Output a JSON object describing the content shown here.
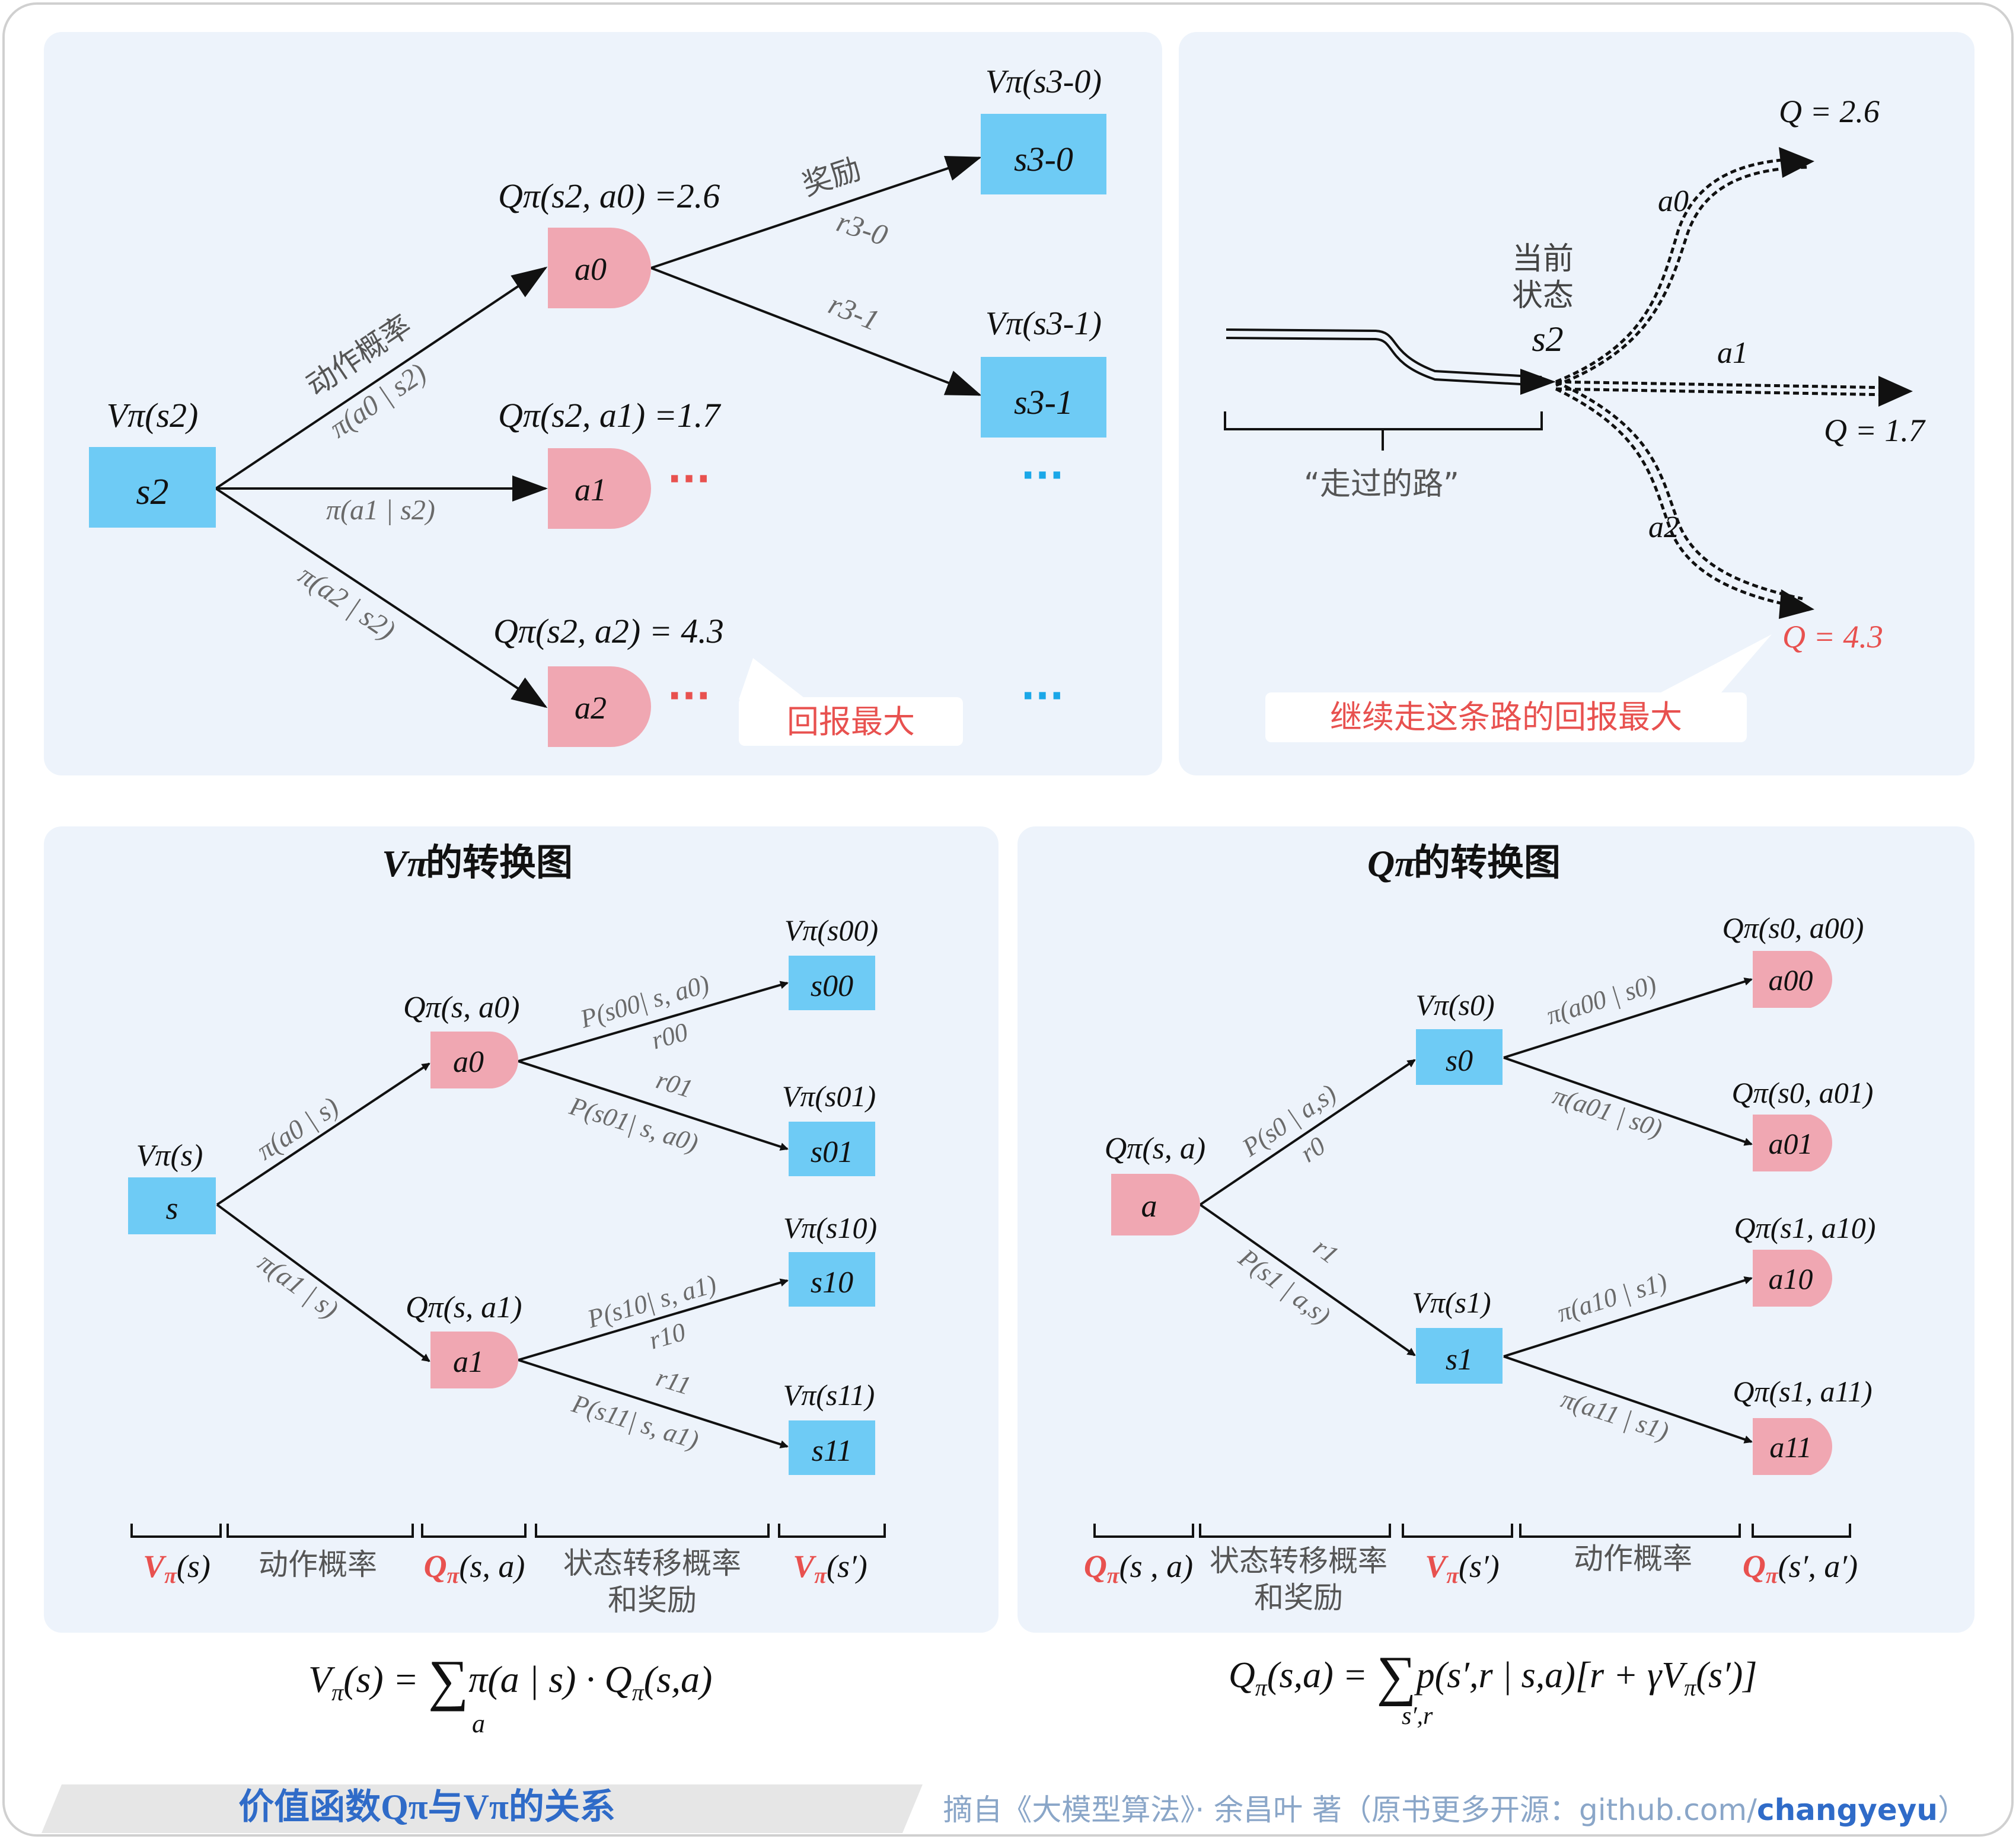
{
  "colors": {
    "panel_bg": "#edf3fb",
    "state_box": "#6ecbf5",
    "action_node": "#f0a7b2",
    "accent_red": "#e8514f",
    "dots_blue": "#1aa7e8",
    "gray_text": "#6a6a6a",
    "title_blue": "#2f6bc8",
    "footer_gray": "#8aa6c8"
  },
  "panel_top_left": {
    "v_s2": "Vπ(s2)",
    "s2": "s2",
    "q_a0": "Qπ(s2, a0) =2.6",
    "q_a1": "Qπ(s2, a1) =1.7",
    "q_a2": "Qπ(s2, a2) = 4.3",
    "a0": "a0",
    "a1": "a1",
    "a2": "a2",
    "edge_action_prob": "动作概率",
    "pi_a0": "π(a0 | s2)",
    "pi_a1": "π(a1 | s2)",
    "pi_a2": "π(a2 | s2)",
    "reward": "奖励",
    "r30": "r3-0",
    "r31": "r3-1",
    "v_s30": "Vπ(s3-0)",
    "v_s31": "Vπ(s3-1)",
    "s30": "s3-0",
    "s31": "s3-1",
    "ellipsis": "···",
    "callout": "回报最大"
  },
  "panel_top_right": {
    "current_state_l1": "当前",
    "current_state_l2": "状态",
    "s2": "s2",
    "path_label": "“走过的路”",
    "a0": "a0",
    "a1": "a1",
    "a2": "a2",
    "q0": "Q = 2.6",
    "q1": "Q = 1.7",
    "q2": "Q = 4.3",
    "callout": "继续走这条路的回报最大"
  },
  "panel_v": {
    "title_sym": "Vπ",
    "title_text": "的转换图",
    "v_s": "Vπ(s)",
    "s": "s",
    "q_a0": "Qπ(s, a0)",
    "q_a1": "Qπ(s, a1)",
    "a0": "a0",
    "a1": "a1",
    "pi_a0": "π(a0 | s)",
    "pi_a1": "π(a1 | s)",
    "p00": "P(s00| s, a0)",
    "r00": "r00",
    "p01": "P(s01| s, a0)",
    "r01": "r01",
    "p10": "P(s10| s, a1)",
    "r10": "r10",
    "p11": "P(s11| s, a1)",
    "r11": "r11",
    "v_s00": "Vπ(s00)",
    "v_s01": "Vπ(s01)",
    "v_s10": "Vπ(s10)",
    "v_s11": "Vπ(s11)",
    "s00": "s00",
    "s01": "s01",
    "s10": "s10",
    "s11": "s11",
    "legend": [
      "Vπ(s)",
      "动作概率",
      "Qπ(s, a)",
      "状态转移概率",
      "和奖励",
      "Vπ(s′)"
    ],
    "formula": "Vπ(s) = Σa π(a | s) · Qπ(s,a)"
  },
  "panel_q": {
    "title_sym": "Qπ",
    "title_text": "的转换图",
    "q_sa": "Qπ(s, a)",
    "a": "a",
    "p0": "P(s0 | a,s)",
    "r0": "r0",
    "p1": "P(s1 | a,s)",
    "r1": "r1",
    "v_s0": "Vπ(s0)",
    "v_s1": "Vπ(s1)",
    "s0": "s0",
    "s1": "s1",
    "pi00": "π(a00 | s0)",
    "pi01": "π(a01 | s0)",
    "pi10": "π(a10 | s1)",
    "pi11": "π(a11 | s1)",
    "q00": "Qπ(s0, a00)",
    "q01": "Qπ(s0, a01)",
    "q10": "Qπ(s1, a10)",
    "q11": "Qπ(s1, a11)",
    "a00": "a00",
    "a01": "a01",
    "a10": "a10",
    "a11": "a11",
    "legend": [
      "Qπ(s , a)",
      "状态转移概率",
      "和奖励",
      "Vπ(s′)",
      "动作概率",
      "Qπ(s′, a′)"
    ],
    "formula": "Qπ(s,a) = Σs′,r p(s′,r | s,a)[r + γVπ(s′)]"
  },
  "footer": {
    "title": "价值函数Qπ与Vπ的关系",
    "source_prefix": "摘自《大模型算法》· 余昌叶 著（原书更多开源：github.com/",
    "source_bold": "changyeyu",
    "source_suffix": "）"
  }
}
